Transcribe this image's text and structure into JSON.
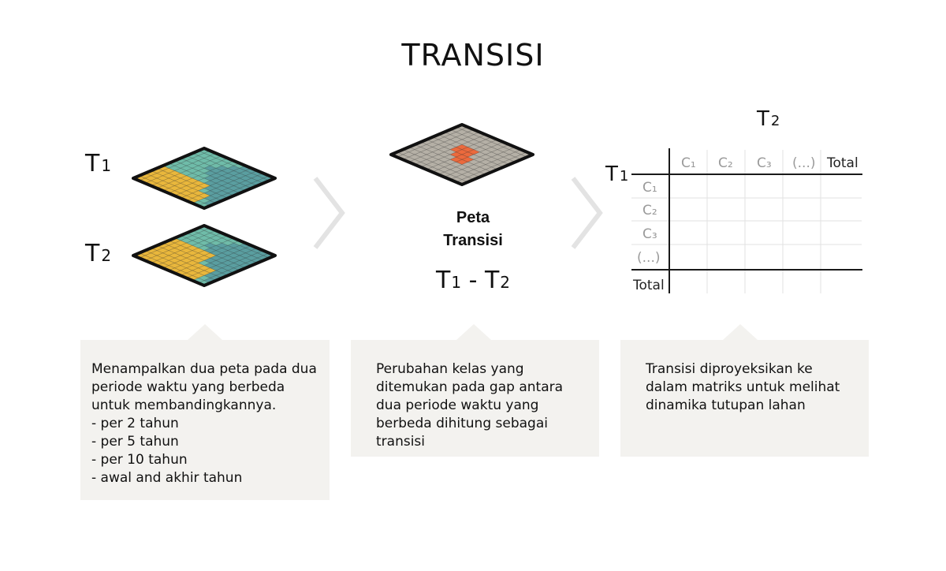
{
  "title": "TRANSISI",
  "left": {
    "t1_label": "T",
    "t1_sub": "1",
    "t2_label": "T",
    "t2_sub": "2"
  },
  "middle": {
    "map_title_line1": "Peta",
    "map_title_line2": "Transisi",
    "period_a": "T",
    "period_a_sub": "1",
    "period_sep": " - ",
    "period_b": "T",
    "period_b_sub": "2"
  },
  "matrix": {
    "col_axis": "T",
    "col_axis_sub": "2",
    "row_axis": "T",
    "row_axis_sub": "1",
    "col_headers": [
      "C₁",
      "C₂",
      "C₃",
      "(...)",
      "Total"
    ],
    "row_headers": [
      "C₁",
      "C₂",
      "C₃",
      "(...)",
      "Total"
    ]
  },
  "boxes": [
    {
      "lines": [
        "Menampalkan dua peta pada dua",
        "periode waktu yang berbeda",
        "untuk membandingkannya.",
        "- per 2 tahun",
        "- per 5 tahun",
        "- per 10 tahun",
        "- awal and akhir tahun"
      ]
    },
    {
      "lines": [
        "Perubahan kelas yang",
        "ditemukan pada gap antara",
        "dua periode waktu yang",
        "berbeda dihitung sebagai",
        "transisi"
      ]
    },
    {
      "lines": [
        "Transisi diproyeksikan ke",
        "dalam matriks untuk melihat",
        "dinamika tutupan lahan"
      ]
    }
  ],
  "colors": {
    "teal": "#6fbca9",
    "teal_dark": "#5a9ea0",
    "yellow": "#e9b73c",
    "gray": "#b5b0a6",
    "orange": "#ec6a3d",
    "box_bg": "#f3f2ef",
    "chevron": "#e3e3e3"
  }
}
